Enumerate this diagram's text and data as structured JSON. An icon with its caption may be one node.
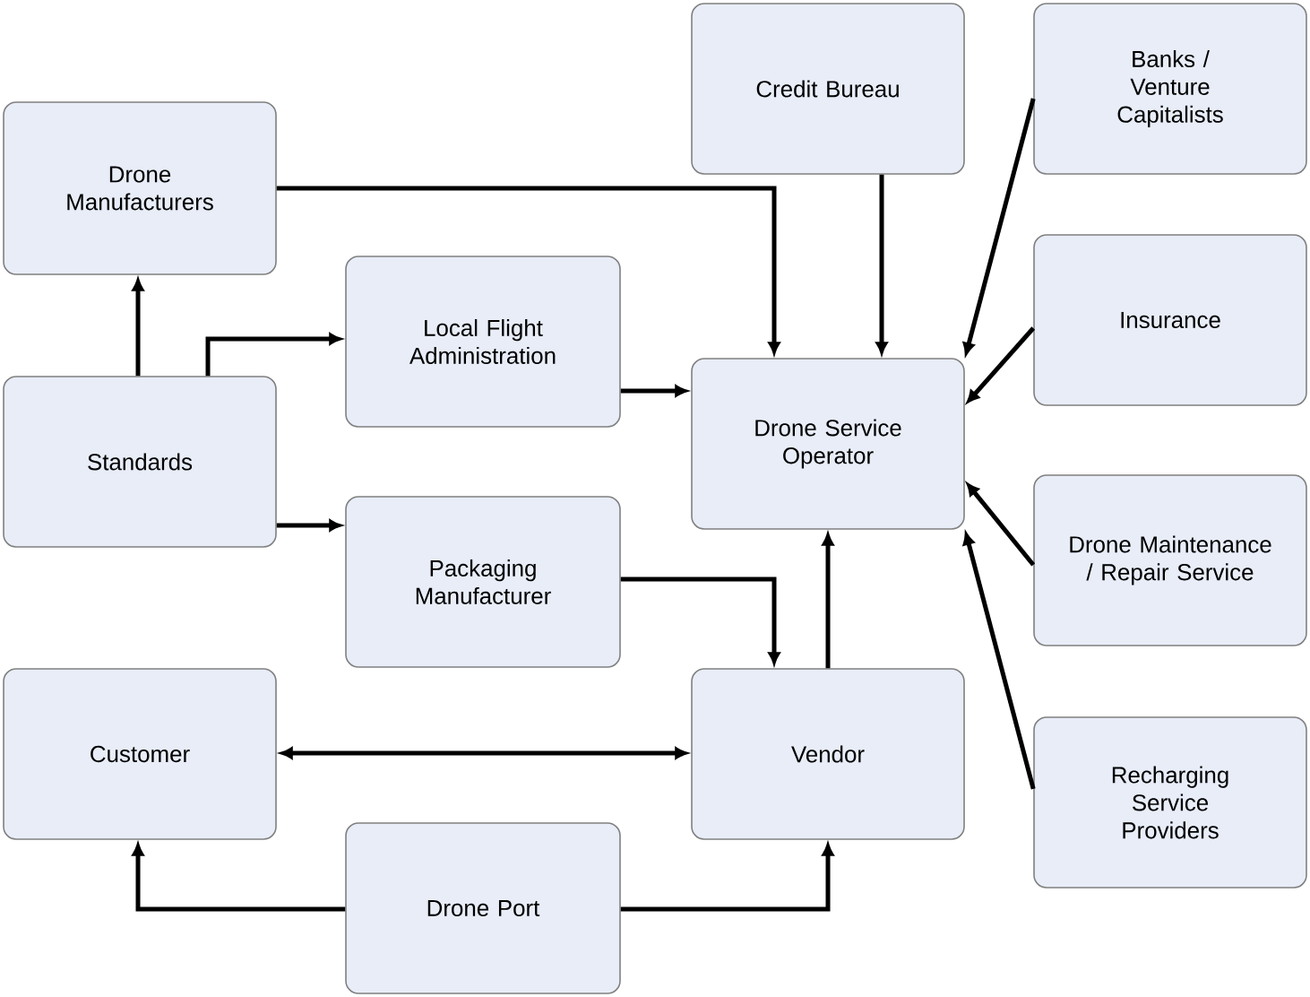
{
  "diagram": {
    "nodes": [
      {
        "text": [
          "Drone Manufacturers"
        ]
      },
      {
        "text": [
          "Local Flight Administration"
        ]
      },
      {
        "text": [
          "Credit Bureau"
        ]
      },
      {
        "text": [
          "Banks / Venture Capitalists"
        ]
      },
      {
        "text": [
          "Standards"
        ]
      },
      {
        "text": [
          "Drone Service Operator"
        ]
      },
      {
        "text": [
          "Insurance"
        ]
      },
      {
        "text": [
          "Packaging Manufacturer"
        ]
      },
      {
        "text": [
          "Drone Maintenance / Repair Service"
        ]
      },
      {
        "text": [
          "Customer"
        ]
      },
      {
        "text": [
          "Vendor"
        ]
      },
      {
        "text": [
          "Recharging Service Providers"
        ]
      },
      {
        "text": [
          "Drone Port"
        ]
      }
    ],
    "edges": [
      {
        "from": 0,
        "to": 5,
        "arrow": "to"
      },
      {
        "from": 2,
        "to": 5,
        "arrow": "to"
      },
      {
        "from": 3,
        "to": 5,
        "arrow": "to"
      },
      {
        "from": 6,
        "to": 5,
        "arrow": "to"
      },
      {
        "from": 8,
        "to": 5,
        "arrow": "to"
      },
      {
        "from": 11,
        "to": 5,
        "arrow": "to"
      },
      {
        "from": 4,
        "to": 0,
        "arrow": "to"
      },
      {
        "from": 4,
        "to": 1,
        "arrow": "to"
      },
      {
        "from": 1,
        "to": 5,
        "arrow": "to"
      },
      {
        "from": 4,
        "to": 7,
        "arrow": "to"
      },
      {
        "from": 7,
        "to": 10,
        "arrow": "to"
      },
      {
        "from": 10,
        "to": 5,
        "arrow": "to"
      },
      {
        "from": 9,
        "to": 10,
        "arrow": "both"
      },
      {
        "from": 12,
        "to": 9,
        "arrow": "to"
      },
      {
        "from": 12,
        "to": 10,
        "arrow": "to"
      }
    ]
  }
}
